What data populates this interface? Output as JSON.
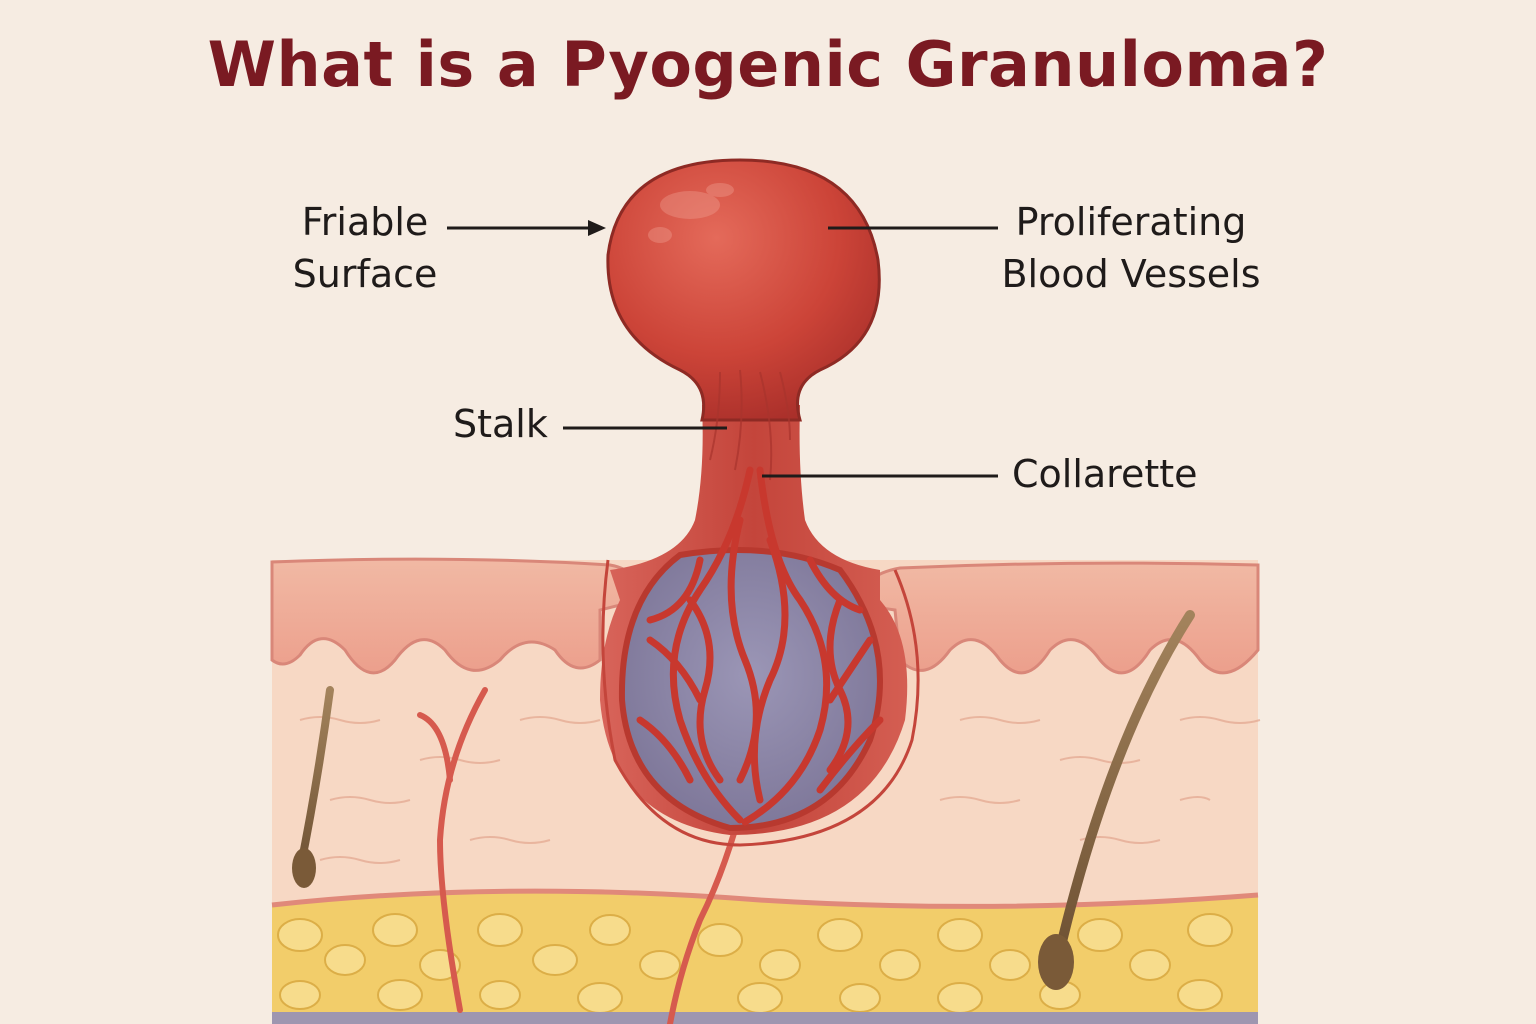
{
  "title": "What is a Pyogenic Granuloma?",
  "labels": {
    "friable_surface": [
      "Friable",
      "Surface"
    ],
    "proliferating_vessels": [
      "Proliferating",
      "Blood Vessels"
    ],
    "stalk": "Stalk",
    "collarette": "Collarette"
  },
  "colors": {
    "title": "#7a1a22",
    "background": "#f6ece2",
    "lesion": "#c9443a",
    "vessels": "#c2372f",
    "epidermis": "#f0b7a0",
    "dermis": "#f6d5c0",
    "fat": "#f2cf6e",
    "hair": "#8a6a45",
    "vessel_bed": "#8f88a8"
  }
}
